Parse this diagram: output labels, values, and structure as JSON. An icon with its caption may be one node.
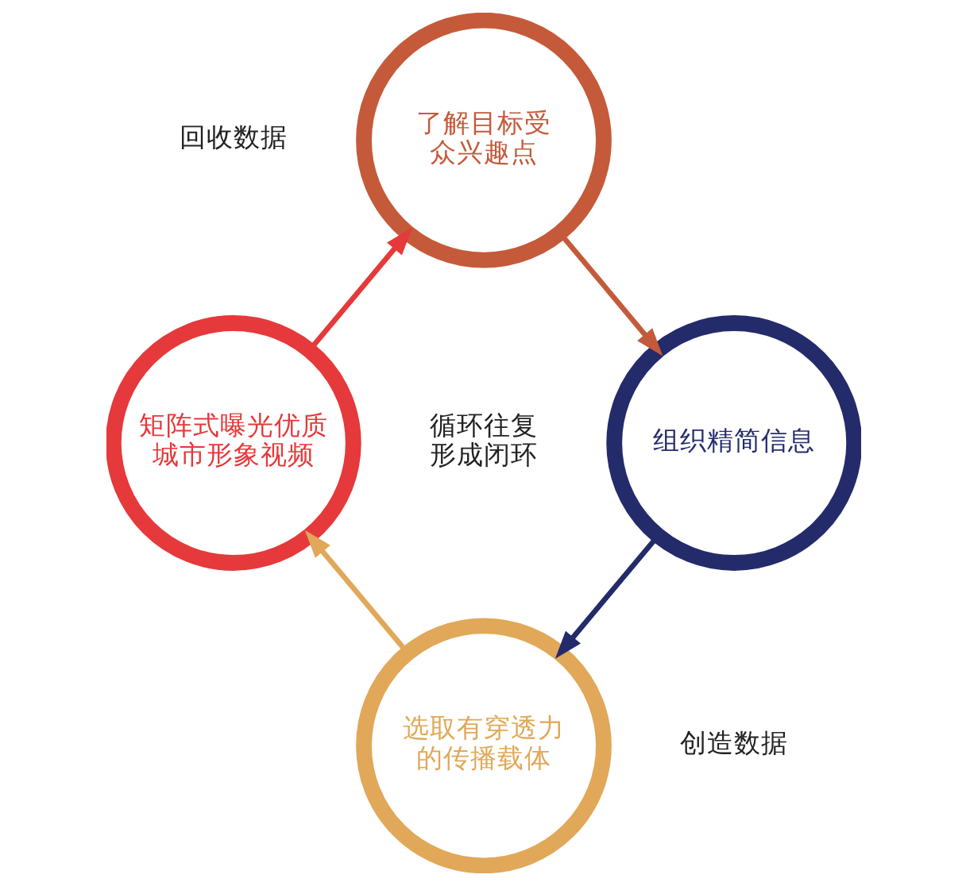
{
  "diagram": {
    "nodes": [
      {
        "text": [
          "了解目标受众兴趣点"
        ]
      },
      {
        "text": [
          "组织精简信息"
        ]
      },
      {
        "text": [
          "选取有穿透力的传播载体"
        ]
      },
      {
        "text": [
          "矩阵式曝光优质城市形象视频"
        ]
      }
    ],
    "edges": [
      {
        "from": 0,
        "to": 1,
        "arrow": "to",
        "color": "#c45a3a"
      },
      {
        "from": 1,
        "to": 2,
        "arrow": "to",
        "color": "#232b6b"
      },
      {
        "from": 2,
        "to": 3,
        "arrow": "to",
        "color": "#e0a858"
      },
      {
        "from": 3,
        "to": 0,
        "arrow": "to",
        "color": "#e5393b"
      }
    ],
    "labels": [
      "回收数据",
      "循环往复形成闭环",
      "创造数据"
    ]
  }
}
